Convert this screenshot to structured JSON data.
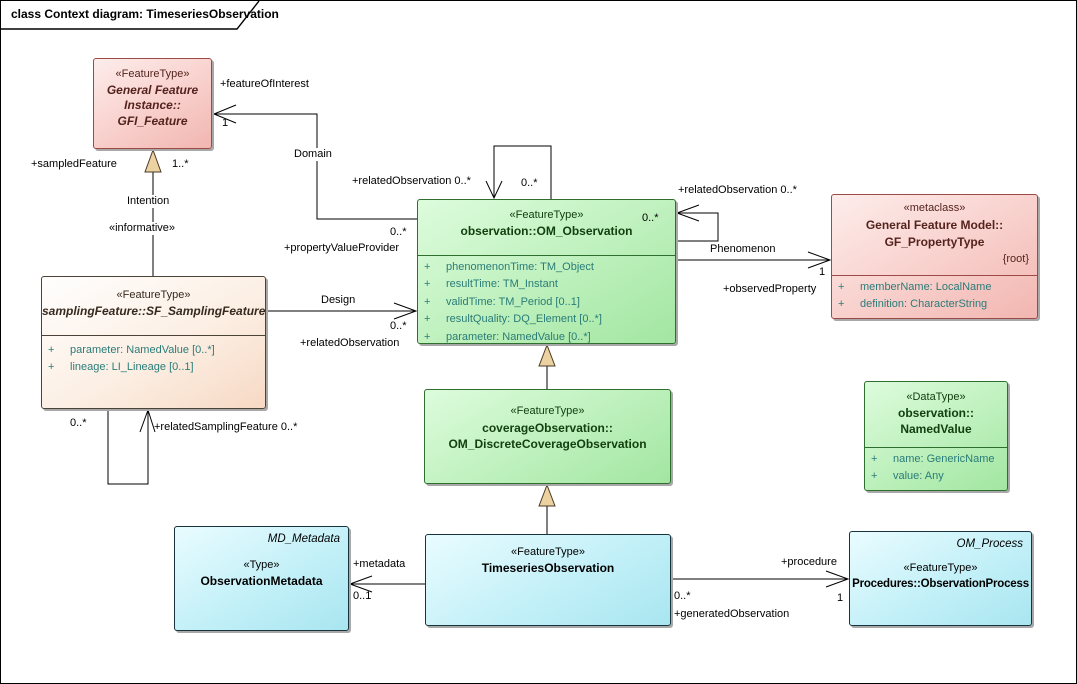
{
  "diagram": {
    "title": "class Context diagram: TimeseriesObservation"
  },
  "colors": {
    "feature_type_fill": "#bdf0bc",
    "feature_type_border": "#2e6e2e",
    "metaclass_fill": "#f8cfcb",
    "metaclass_border": "#9c4a46",
    "type_fill": "#c3f0f8",
    "type_border": "#17333d",
    "attribute_text": "#2a7c78",
    "generalization_arrow": "#ecd1a1"
  },
  "classes": {
    "gfi_feature": {
      "stereotype": "«FeatureType»",
      "name_lines": [
        "General Feature",
        "Instance::",
        "GFI_Feature"
      ]
    },
    "om_observation": {
      "stereotype": "«FeatureType»",
      "name": "observation::OM_Observation",
      "attributes": [
        {
          "vis": "+",
          "text": "phenomenonTime: TM_Object"
        },
        {
          "vis": "+",
          "text": "resultTime: TM_Instant"
        },
        {
          "vis": "+",
          "text": "validTime: TM_Period [0..1]"
        },
        {
          "vis": "+",
          "text": "resultQuality: DQ_Element [0..*]"
        },
        {
          "vis": "+",
          "text": "parameter: NamedValue [0..*]"
        }
      ]
    },
    "gf_propertytype": {
      "stereotype": "«metaclass»",
      "name_lines": [
        "General Feature Model::",
        "GF_PropertyType"
      ],
      "tag": "{root}",
      "attributes": [
        {
          "vis": "+",
          "text": "memberName: LocalName"
        },
        {
          "vis": "+",
          "text": "definition: CharacterString"
        }
      ]
    },
    "sf_samplingfeature": {
      "stereotype": "«FeatureType»",
      "name": "samplingFeature::SF_SamplingFeature",
      "attributes": [
        {
          "vis": "+",
          "text": "parameter: NamedValue [0..*]"
        },
        {
          "vis": "+",
          "text": "lineage: LI_Lineage [0..1]"
        }
      ]
    },
    "dco": {
      "stereotype": "«FeatureType»",
      "name_lines": [
        "coverageObservation::",
        "OM_DiscreteCoverageObservation"
      ]
    },
    "namedvalue": {
      "stereotype": "«DataType»",
      "name_lines": [
        "observation::",
        "NamedValue"
      ],
      "attributes": [
        {
          "vis": "+",
          "text": "name: GenericName"
        },
        {
          "vis": "+",
          "text": "value: Any"
        }
      ]
    },
    "observation_metadata": {
      "corner": "MD_Metadata",
      "stereotype": "«Type»",
      "name": "ObservationMetadata"
    },
    "timeseries_observation": {
      "stereotype": "«FeatureType»",
      "name": "TimeseriesObservation"
    },
    "observation_process": {
      "corner": "OM_Process",
      "stereotype": "«FeatureType»",
      "name": "Procedures::ObservationProcess"
    }
  },
  "edge_labels": {
    "feature_of_interest": "+featureOfInterest",
    "feature_of_interest_mult": "1",
    "domain": "Domain",
    "sampled_feature": "+sampledFeature",
    "sampled_feature_mult": "1..*",
    "intention": "Intention",
    "informative": "«informative»",
    "related_observation_top": "+relatedObservation 0..*",
    "related_observation_top_mult": "0..*",
    "related_observation_right": "+relatedObservation 0..*",
    "related_observation_right_mult": "0..*",
    "property_value_provider": "+propertyValueProvider",
    "property_value_provider_mult": "0..*",
    "design": "Design",
    "related_observation_design": "+relatedObservation",
    "related_observation_design_mult": "0..*",
    "phenomenon": "Phenomenon",
    "phenomenon_mult": "1",
    "observed_property": "+observedProperty",
    "related_sampling_feature": "+relatedSamplingFeature 0..*",
    "related_sampling_feature_mult": "0..*",
    "metadata": "+metadata",
    "metadata_mult": "0..1",
    "procedure": "+procedure",
    "procedure_mult": "1",
    "generated_observation": "+generatedObservation",
    "generated_observation_mult": "0..*"
  }
}
